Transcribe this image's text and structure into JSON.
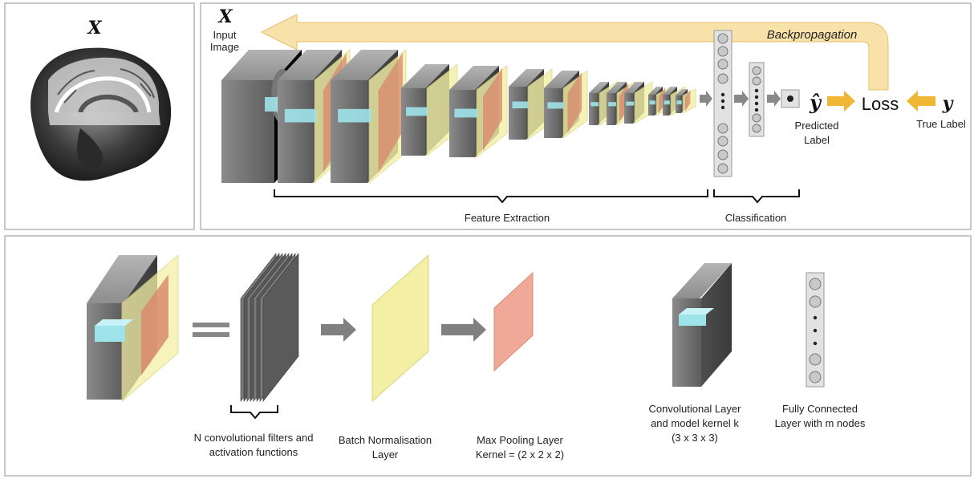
{
  "panel_left": {
    "symbol": "X"
  },
  "pipeline": {
    "input_symbol": "X",
    "input_label_line1": "Input",
    "input_label_line2": "Image",
    "backprop_label": "Backpropagation",
    "predicted_symbol": "ŷ",
    "predicted_label_line1": "Predicted",
    "predicted_label_line2": "Label",
    "loss_label": "Loss",
    "true_symbol": "y",
    "true_label": "True Label",
    "feature_extraction_label": "Feature Extraction",
    "classification_label": "Classification"
  },
  "legend": {
    "conv_filters_line1": "N convolutional filters and",
    "conv_filters_line2": "activation functions",
    "batch_norm_line1": "Batch Normalisation",
    "batch_norm_line2": "Layer",
    "max_pool_line1": "Max Pooling Layer",
    "max_pool_line2": "Kernel = (2 x 2 x 2)",
    "conv_layer_line1": "Convolutional Layer",
    "conv_layer_line2": "and model kernel k",
    "conv_layer_line3": "(3 x 3 x 3)",
    "fc_line1": "Fully Connected",
    "fc_line2": "Layer with m nodes"
  },
  "colors": {
    "conv_block": "#6e6e6e",
    "batch_norm": "#f3f0a6",
    "max_pool": "#d98b6e",
    "kernel": "#9fe3ea",
    "arrow_orange": "#efb733",
    "backprop_band": "#f8dfa0"
  }
}
